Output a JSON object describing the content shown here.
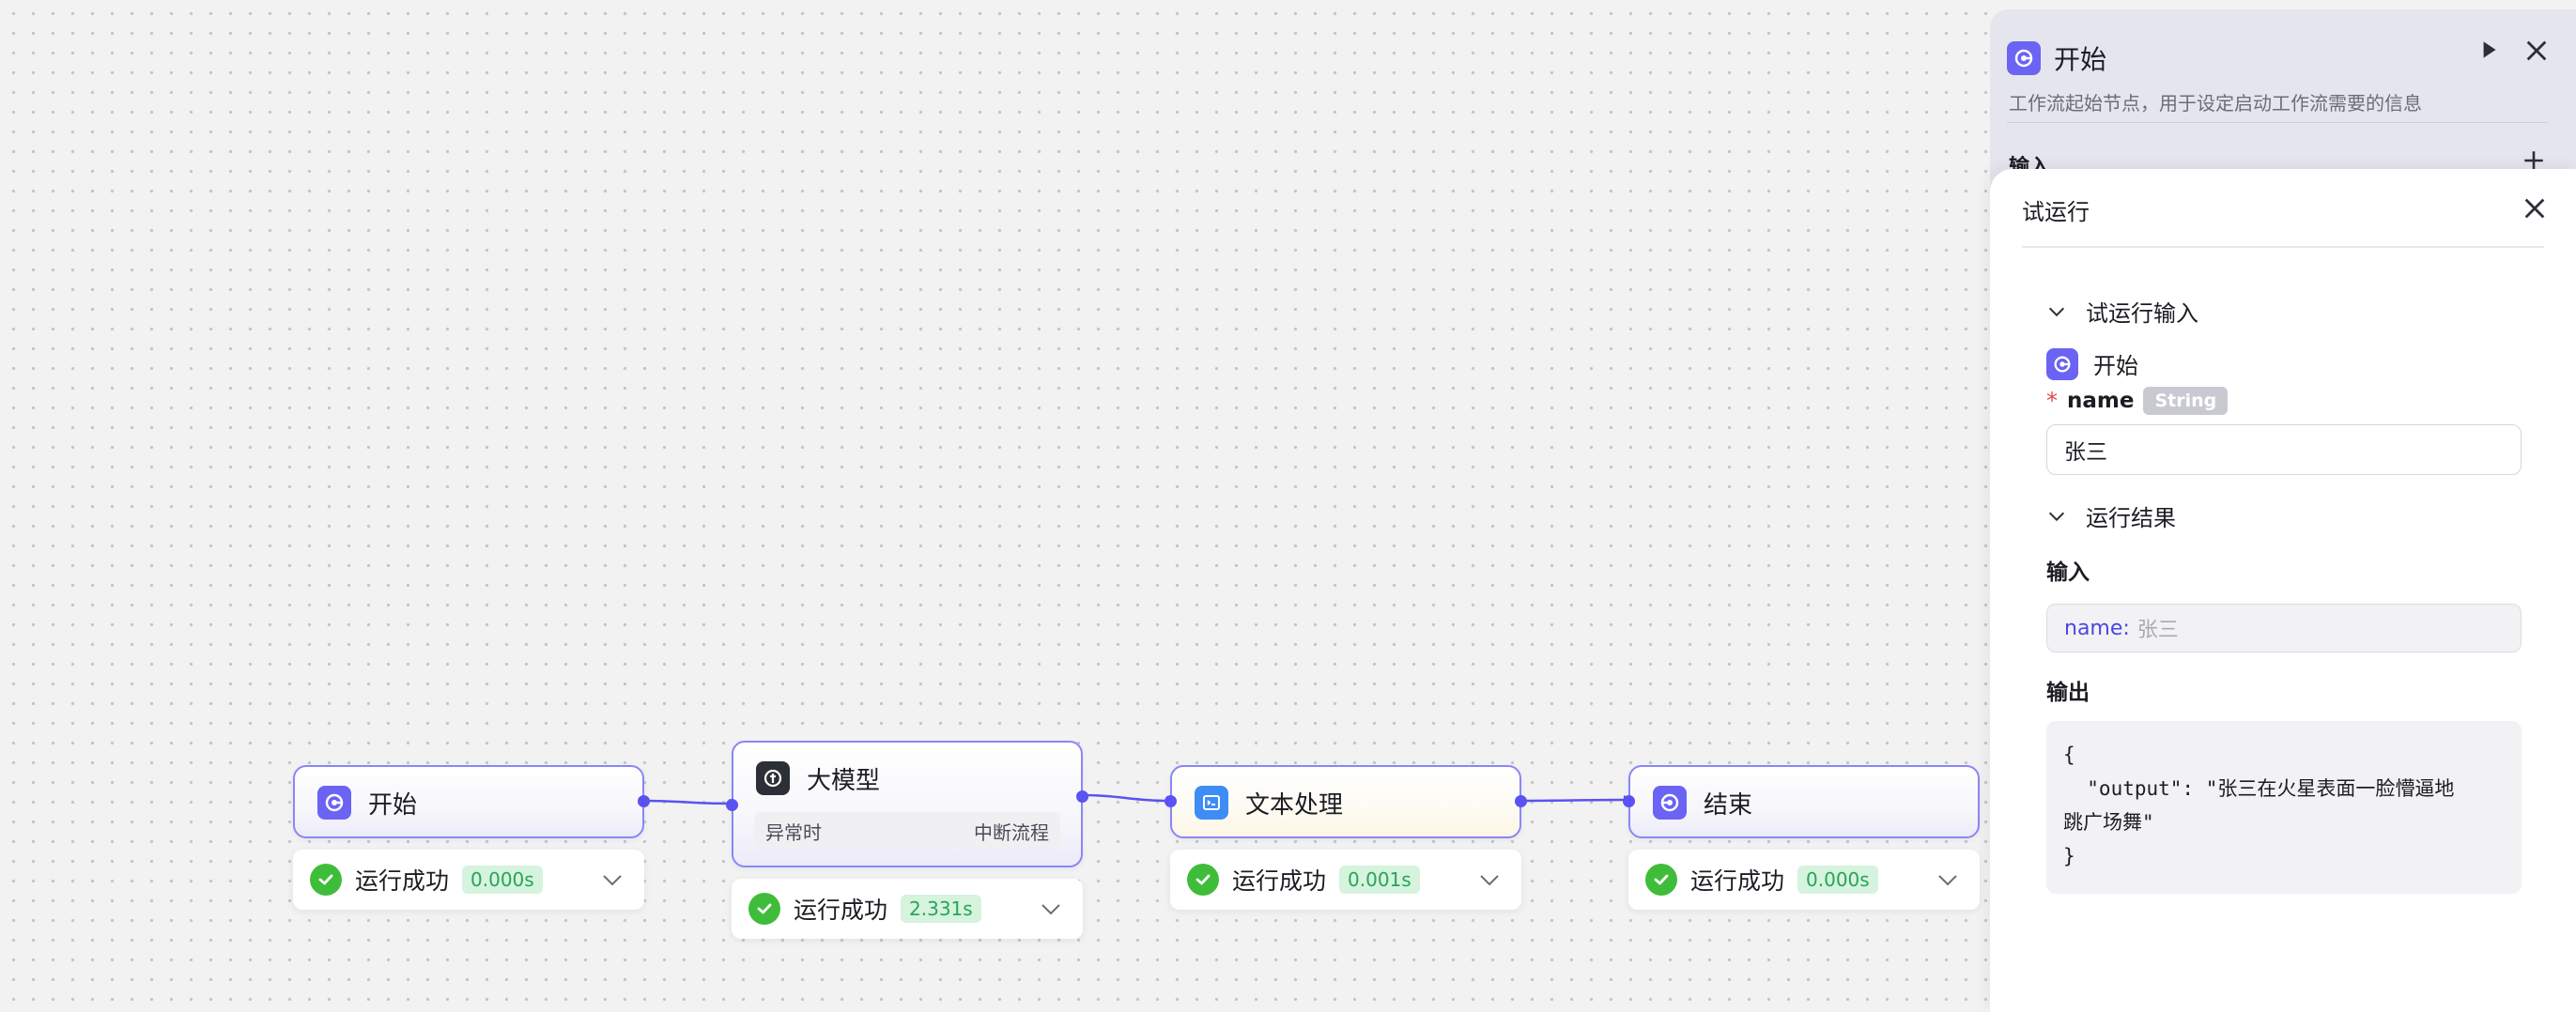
{
  "workflow": {
    "nodes": [
      {
        "id": "start",
        "title": "开始",
        "icon": "start-icon",
        "status": "运行成功",
        "time": "0.000s"
      },
      {
        "id": "llm",
        "title": "大模型",
        "icon": "model-icon",
        "sub_left": "异常时",
        "sub_right": "中断流程",
        "status": "运行成功",
        "time": "2.331s"
      },
      {
        "id": "text",
        "title": "文本处理",
        "icon": "text-process-icon",
        "status": "运行成功",
        "time": "0.001s"
      },
      {
        "id": "end",
        "title": "结束",
        "icon": "end-icon",
        "status": "运行成功",
        "time": "0.000s"
      }
    ]
  },
  "node_panel": {
    "title": "开始",
    "description": "工作流起始节点，用于设定启动工作流需要的信息",
    "input_label": "输入"
  },
  "test_run": {
    "title": "试运行",
    "input_section": "试运行输入",
    "start_node_label": "开始",
    "field": {
      "required_mark": "*",
      "name": "name",
      "type": "String",
      "value": "张三"
    },
    "result_section": "运行结果",
    "input_heading": "输入",
    "input_key": "name:",
    "input_value": "张三",
    "output_heading": "输出",
    "output_lines": [
      "{",
      "  \"output\": \"张三在火星表面一脸懵逼地",
      "跳广场舞\"",
      "}"
    ]
  },
  "colors": {
    "accent": "#5a52f2",
    "success": "#3fbd3a",
    "node_border": "#8b86f6"
  }
}
